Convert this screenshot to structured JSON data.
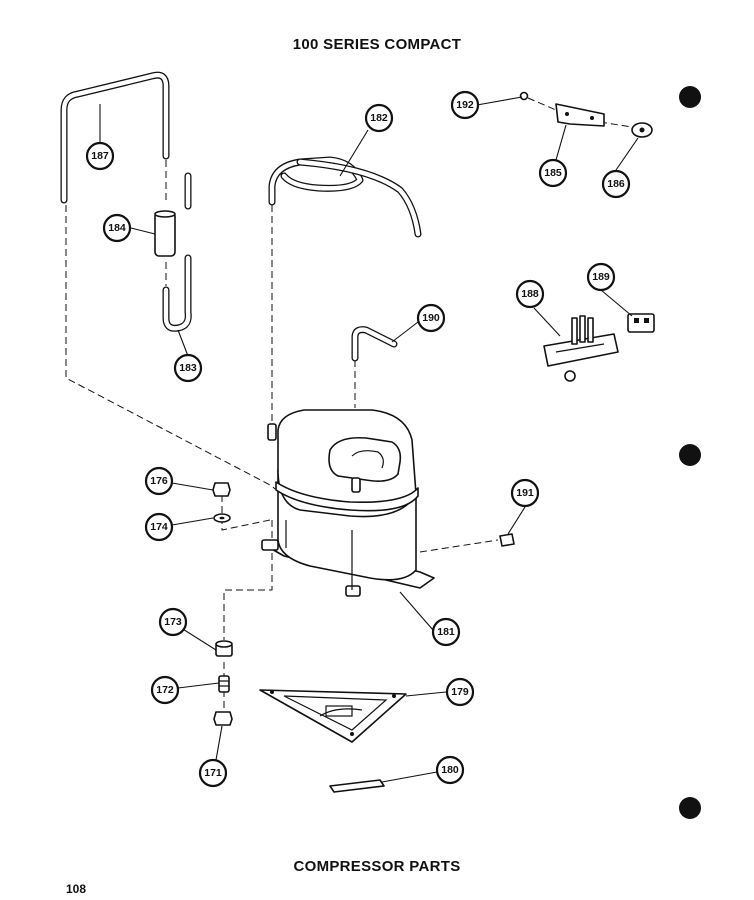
{
  "header": {
    "title": "100 SERIES COMPACT"
  },
  "footer": {
    "caption": "COMPRESSOR PARTS",
    "page_number": "108"
  },
  "callouts": [
    {
      "id": "192",
      "label": "192",
      "part": "screw"
    },
    {
      "id": "185",
      "label": "185",
      "part": "mounting bracket"
    },
    {
      "id": "186",
      "label": "186",
      "part": "clamp"
    },
    {
      "id": "187",
      "label": "187",
      "part": "discharge tube"
    },
    {
      "id": "182",
      "label": "182",
      "part": "suction tube coil"
    },
    {
      "id": "184",
      "label": "184",
      "part": "filter drier"
    },
    {
      "id": "183",
      "label": "183",
      "part": "process tube"
    },
    {
      "id": "188",
      "label": "188",
      "part": "relay"
    },
    {
      "id": "189",
      "label": "189",
      "part": "overload"
    },
    {
      "id": "190",
      "label": "190",
      "part": "process stub"
    },
    {
      "id": "176",
      "label": "176",
      "part": "nut"
    },
    {
      "id": "174",
      "label": "174",
      "part": "washer"
    },
    {
      "id": "191",
      "label": "191",
      "part": "terminal cover"
    },
    {
      "id": "173",
      "label": "173",
      "part": "grommet"
    },
    {
      "id": "181",
      "label": "181",
      "part": "compressor"
    },
    {
      "id": "172",
      "label": "172",
      "part": "spacer"
    },
    {
      "id": "179",
      "label": "179",
      "part": "base plate"
    },
    {
      "id": "171",
      "label": "171",
      "part": "bolt"
    },
    {
      "id": "180",
      "label": "180",
      "part": "clip"
    }
  ]
}
